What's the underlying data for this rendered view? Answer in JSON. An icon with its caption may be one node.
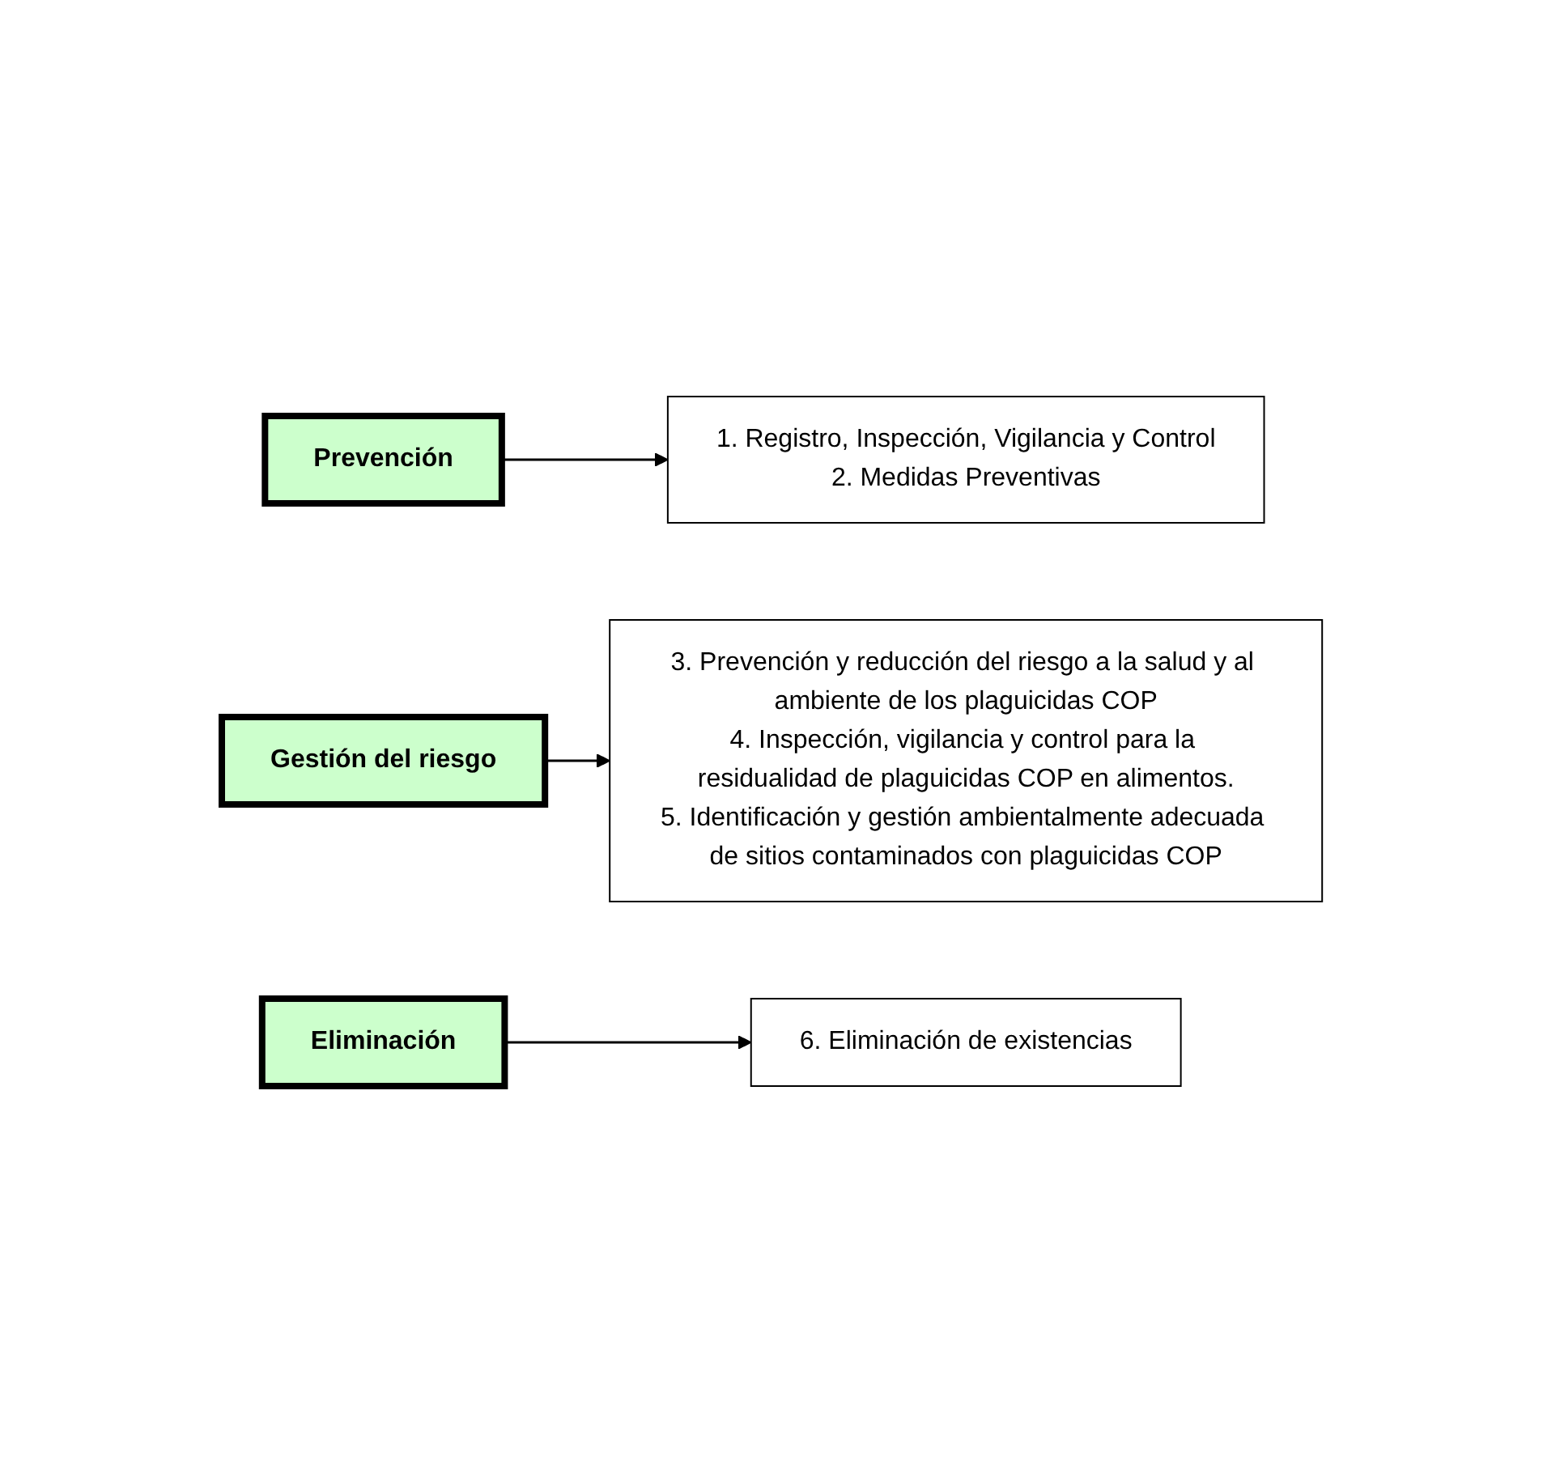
{
  "diagram": {
    "nodes": [
      {
        "text": [
          "Prevención"
        ]
      },
      {
        "text": [
          "1. Registro, Inspección, Vigilancia y Control",
          "2. Medidas Preventivas"
        ]
      },
      {
        "text": [
          "Gestión del riesgo"
        ]
      },
      {
        "text": [
          "3. Prevención y reducción del riesgo a la salud y al ambiente de los plaguicidas COP",
          "4. Inspección, vigilancia y control para la residualidad de plaguicidas COP en alimentos.",
          "5. Identificación y gestión ambientalmente adecuada de sitios contaminados con plaguicidas COP"
        ]
      },
      {
        "text": [
          "Eliminación"
        ]
      },
      {
        "text": [
          "6. Eliminación de existencias"
        ]
      }
    ],
    "edges": [
      {
        "from": 0,
        "to": 1,
        "arrow": "to"
      },
      {
        "from": 2,
        "to": 3,
        "arrow": "to"
      },
      {
        "from": 4,
        "to": 5,
        "arrow": "to"
      }
    ]
  }
}
